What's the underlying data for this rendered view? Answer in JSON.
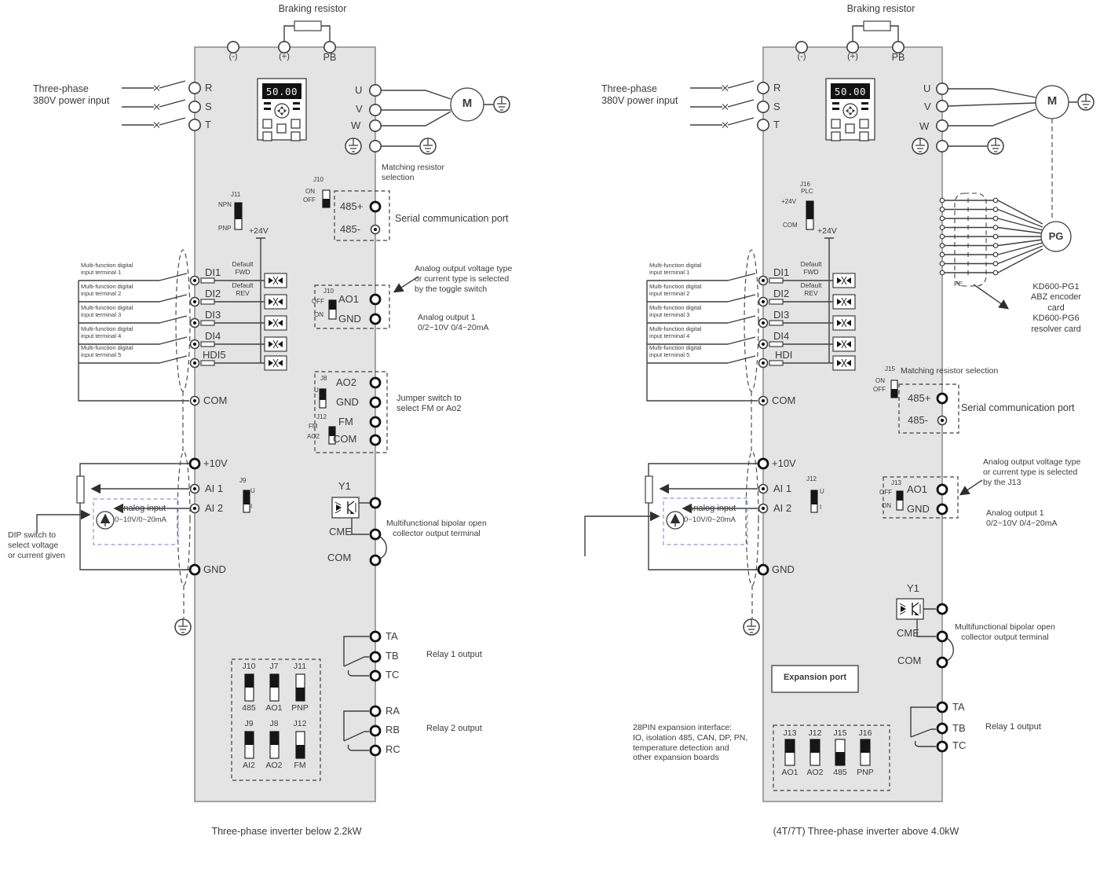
{
  "left": {
    "caption": "Three-phase inverter below 2.2kW",
    "braking": "Braking resistor",
    "neg": "(-)",
    "pos": "(+)",
    "pb": "PB",
    "power_in": "Three-phase\n380V power input",
    "r": "R",
    "s": "S",
    "t": "T",
    "u": "U",
    "v": "V",
    "w": "W",
    "motor": "M",
    "display": "50.00",
    "matching": "Matching resistor\nselection",
    "j10_top": "J10",
    "j10_on": "ON",
    "j10_off": "OFF",
    "p485": "485+",
    "n485": "485-",
    "serial": "Serial communication port",
    "j11": "J11",
    "npn": "NPN",
    "pnp": "PNP",
    "v24": "+24V",
    "di": [
      {
        "t": "DI1",
        "n": "Default\nFWD",
        "s": "Multi-function digital\ninput terminal 1"
      },
      {
        "t": "DI2",
        "n": "Default\nREV",
        "s": "Multi-function digital\ninput terminal 2"
      },
      {
        "t": "DI3",
        "n": "",
        "s": "Multi-function digital\ninput terminal 3"
      },
      {
        "t": "DI4",
        "n": "",
        "s": "Multi-function digital\ninput terminal 4"
      },
      {
        "t": "HDI5",
        "n": "",
        "s": "Multi-function digital\ninput terminal 5"
      }
    ],
    "com": "COM",
    "ao1_j": "J10",
    "ao1_off": "OFF",
    "ao1_on": "ON",
    "ao1_a": "AO1",
    "ao1_g": "GND",
    "ao1_note": "Analog output voltage type\nor current type is selected\nby the toggle switch",
    "ao1_sub": "Analog output 1\n0/2~10V   0/4~20mA",
    "j8": "J8",
    "j8_u": "U",
    "j8_i": "I",
    "t_ao2": "AO2",
    "t_gnd": "GND",
    "j12": "J12",
    "t_fm": "FM",
    "t_com": "COM",
    "s_fm": "FM",
    "s_ao2": "AO2",
    "ao2_note": "Jumper switch to\nselect FM or Ao2",
    "v10": "+10V",
    "ai1": "AI 1",
    "ai2": "AI 2",
    "j9": "J9",
    "j9_u": "U",
    "j9_i": "I",
    "analog": "Analog input",
    "analog_rng": "0~10V/0~20mA",
    "dip_note": "DIP switch to\nselect voltage\nor current given",
    "gnd": "GND",
    "y1": "Y1",
    "cme": "CME",
    "com2": "COM",
    "y1_note": "Multifunctional bipolar open\ncollector output terminal",
    "ta": "TA",
    "tb": "TB",
    "tc": "TC",
    "ra": "RA",
    "rb": "RB",
    "rc": "RC",
    "relay1": "Relay 1 output",
    "relay2": "Relay 2 output",
    "lg": {
      "j1": "J10",
      "l1": "485",
      "j2": "J7",
      "l2": "AO1",
      "j3": "J11",
      "l3": "PNP",
      "j4": "J9",
      "l4": "AI2",
      "j5": "J8",
      "l5": "AO2",
      "j6": "J12",
      "l6": "FM"
    }
  },
  "right": {
    "caption": "(4T/7T) Three-phase inverter above 4.0kW",
    "braking": "Braking resistor",
    "neg": "(-)",
    "pos": "(+)",
    "pb": "PB",
    "power_in": "Three-phase\n380V power input",
    "r": "R",
    "s": "S",
    "t": "T",
    "u": "U",
    "v": "V",
    "w": "W",
    "motor": "M",
    "display": "50.00",
    "j16": "J16",
    "plc": "PLC",
    "j16_24": "+24V",
    "j16_com": "COM",
    "v24": "+24V",
    "di": [
      {
        "t": "DI1",
        "n": "Default\nFWD",
        "s": "Multi-function digital\ninput terminal 1"
      },
      {
        "t": "DI2",
        "n": "Default\nREV",
        "s": "Multi-function digital\ninput terminal 2"
      },
      {
        "t": "DI3",
        "n": "",
        "s": "Multi-function digital\ninput terminal 3"
      },
      {
        "t": "DI4",
        "n": "",
        "s": "Multi-function digital\ninput terminal 4"
      },
      {
        "t": "HDI",
        "n": "",
        "s": "Multi-function digital\ninput terminal 5"
      }
    ],
    "com": "COM",
    "pg": "PG",
    "pe": "PE",
    "pg_note": "KD600-PG1\nABZ encoder card\nKD600-PG6\nresolver card",
    "j15": "J15",
    "j15_on": "ON",
    "j15_off": "OFF",
    "matching": "Matching resistor selection",
    "p485": "485+",
    "n485": "485-",
    "serial": "Serial communication port",
    "j13": "J13",
    "j13_off": "OFF",
    "j13_on": "ON",
    "ao1_a": "AO1",
    "ao1_g": "GND",
    "ao1_note": "Analog output voltage type\nor current type is selected\nby the J13",
    "ao1_sub": "Analog output 1\n0/2~10V   0/4~20mA",
    "v10": "+10V",
    "ai1": "AI 1",
    "ai2": "AI 2",
    "j12": "J12",
    "j12_u": "U",
    "j12_i": "I",
    "analog": "Analog input",
    "analog_rng": "0~10V/0~20mA",
    "gnd": "GND",
    "y1": "Y1",
    "cme": "CME",
    "com2": "COM",
    "y1_note": "Multifunctional bipolar open\ncollector output terminal",
    "expansion": "Expansion port",
    "exp_note": "28PIN expansion interface:\nIO, isolation 485, CAN, DP, PN,\ntemperature detection and\nother expansion boards",
    "ta": "TA",
    "tb": "TB",
    "tc": "TC",
    "relay1": "Relay 1 output",
    "lg": {
      "j1": "J13",
      "l1": "AO1",
      "j2": "J12",
      "l2": "AO2",
      "j3": "J15",
      "l3": "485",
      "j4": "J16",
      "l4": "PNP"
    }
  }
}
